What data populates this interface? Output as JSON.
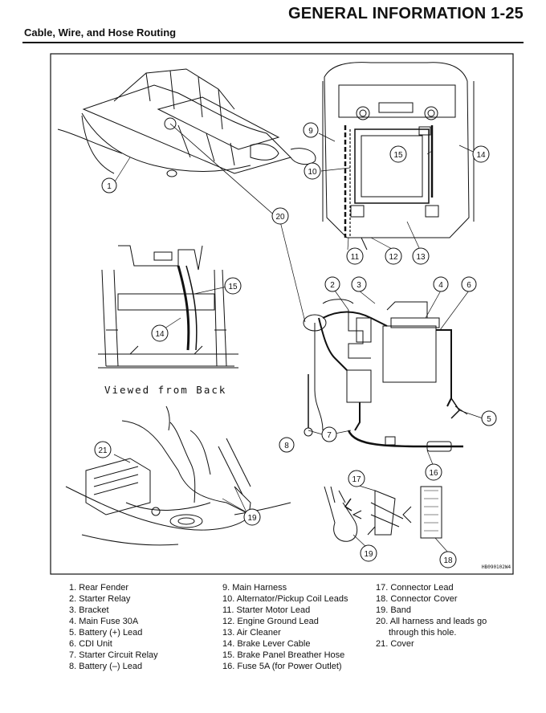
{
  "page": {
    "header": "GENERAL INFORMATION 1-25",
    "section_title": "Cable, Wire, and Hose Routing"
  },
  "figure": {
    "caption": "Viewed from Back",
    "figure_id": "HB090102W4 C",
    "callouts": [
      "1",
      "2",
      "3",
      "4",
      "5",
      "6",
      "7",
      "8",
      "9",
      "10",
      "11",
      "12",
      "13",
      "14",
      "15",
      "16",
      "17",
      "18",
      "19",
      "20",
      "21"
    ]
  },
  "legend": {
    "col1": [
      "1. Rear Fender",
      "2. Starter Relay",
      "3. Bracket",
      "4. Main Fuse 30A",
      "5. Battery (+) Lead",
      "6. CDI  Unit",
      "7. Starter Circuit Relay",
      "8. Battery (–) Lead"
    ],
    "col2": [
      "9. Main Harness",
      "10. Alternator/Pickup Coil Leads",
      "11. Starter Motor Lead",
      "12. Engine Ground Lead",
      "13. Air Cleaner",
      "14. Brake Lever Cable",
      "15. Brake Panel Breather Hose",
      "16. Fuse 5A (for Power Outlet)"
    ],
    "col3": [
      "17. Connector Lead",
      "18. Connector Cover",
      "19. Band",
      "20. All harness and leads go",
      "through this hole.",
      "21. Cover"
    ]
  }
}
